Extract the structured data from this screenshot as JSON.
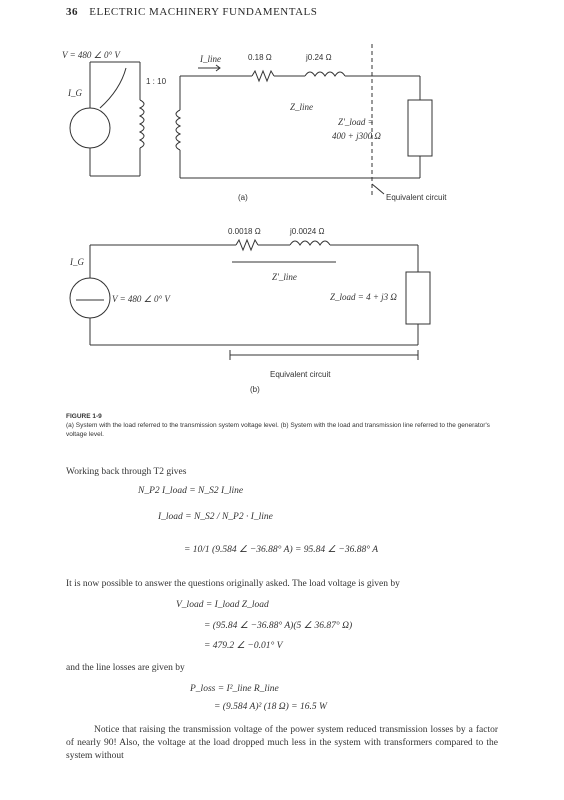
{
  "header": {
    "page_number": "36",
    "running_title": "ELECTRIC MACHINERY FUNDAMENTALS"
  },
  "figure_a": {
    "source_voltage": "V = 480 ∠ 0° V",
    "source_current": "I_G",
    "ratio": "1 : 10",
    "line_current": "I_line",
    "resistance": "0.18 Ω",
    "reactance": "j0.24 Ω",
    "line_impedance": "Z_line",
    "load_impedance_lines": [
      "Z'_load =",
      "400 + j300 Ω"
    ],
    "equivalent_label": "Equivalent circuit",
    "label": "(a)"
  },
  "figure_b": {
    "source_current": "I_G",
    "source_voltage": "V = 480 ∠ 0° V",
    "resistance": "0.0018 Ω",
    "reactance": "j0.0024 Ω",
    "line_impedance": "Z'_line",
    "load_impedance": "Z_load = 4 + j3 Ω",
    "equivalent_label": "Equivalent circuit",
    "label": "(b)"
  },
  "caption": {
    "title": "FIGURE 1-9",
    "text": "(a) System with the load referred to the transmission system voltage level. (b) System with the load and transmission line referred to the generator's voltage level."
  },
  "body": {
    "intro": "Working back through T2 gives",
    "eq1": "N_P2 I_load = N_S2 I_line",
    "eq2_lhs": "I_load =",
    "eq2_rhs": "N_S2 / N_P2 · I_line",
    "eq3": "= 10/1 (9.584 ∠ −36.88° A) = 95.84 ∠ −36.88° A",
    "para2": "It is now possible to answer the questions originally asked. The load voltage is given by",
    "eq4": "V_load = I_load Z_load",
    "eq5": "= (95.84 ∠ −36.88° A)(5 ∠ 36.87° Ω)",
    "eq6": "= 479.2 ∠ −0.01° V",
    "para3": "and the line losses are given by",
    "eq7": "P_loss = I²_line R_line",
    "eq8": "= (9.584 A)² (18 Ω) = 16.5 W",
    "para4": "Notice that raising the transmission voltage of the power system reduced transmission losses by a factor of nearly 90! Also, the voltage at the load dropped much less in the system with transformers compared to the system without"
  }
}
